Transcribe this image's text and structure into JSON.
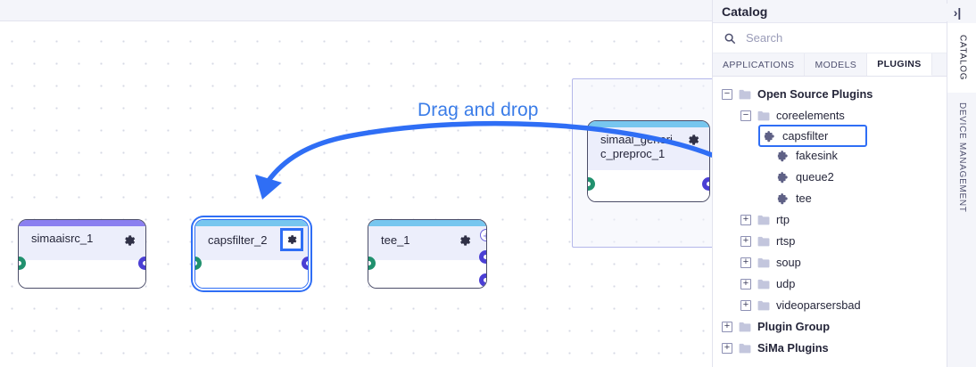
{
  "canvas": {
    "annotation_label": "Drag and drop",
    "annotation_color": "#3b7de8",
    "nodes": [
      {
        "id": "simaaisrc_1",
        "title": "simaaisrc_1",
        "stripe_color": "#8b7ff0",
        "selected": false,
        "gear_boxed": false,
        "inputs": 1,
        "outputs": 1,
        "has_plus": false
      },
      {
        "id": "capsfilter_2",
        "title": "capsfilter_2",
        "stripe_color": "#77c6ef",
        "selected": true,
        "gear_boxed": true,
        "inputs": 1,
        "outputs": 1,
        "has_plus": false
      },
      {
        "id": "tee_1",
        "title": "tee_1",
        "stripe_color": "#77c6ef",
        "selected": false,
        "gear_boxed": false,
        "inputs": 1,
        "outputs": 2,
        "has_plus": true
      },
      {
        "id": "simaai_generic_preproc_1",
        "title": "simaai_generic_preproc_1",
        "stripe_color": "#77c6ef",
        "selected": false,
        "gear_boxed": false,
        "inputs": 1,
        "outputs": 1,
        "has_plus": false
      }
    ]
  },
  "panel": {
    "title": "Catalog",
    "collapse_icon": "collapse-panel-icon",
    "search": {
      "placeholder": "Search",
      "value": ""
    },
    "tabs": [
      {
        "label": "APPLICATIONS",
        "active": false
      },
      {
        "label": "MODELS",
        "active": false
      },
      {
        "label": "PLUGINS",
        "active": true
      }
    ],
    "tree": [
      {
        "label": "Open Source Plugins",
        "depth": 0,
        "toggle": "−",
        "kind": "folder",
        "bold": true,
        "highlighted": false
      },
      {
        "label": "coreelements",
        "depth": 1,
        "toggle": "−",
        "kind": "folder",
        "bold": false,
        "highlighted": false
      },
      {
        "label": "capsfilter",
        "depth": 2,
        "toggle": "",
        "kind": "plugin",
        "bold": false,
        "highlighted": true
      },
      {
        "label": "fakesink",
        "depth": 2,
        "toggle": "",
        "kind": "plugin",
        "bold": false,
        "highlighted": false
      },
      {
        "label": "queue2",
        "depth": 2,
        "toggle": "",
        "kind": "plugin",
        "bold": false,
        "highlighted": false
      },
      {
        "label": "tee",
        "depth": 2,
        "toggle": "",
        "kind": "plugin",
        "bold": false,
        "highlighted": false
      },
      {
        "label": "rtp",
        "depth": 1,
        "toggle": "+",
        "kind": "folder",
        "bold": false,
        "highlighted": false
      },
      {
        "label": "rtsp",
        "depth": 1,
        "toggle": "+",
        "kind": "folder",
        "bold": false,
        "highlighted": false
      },
      {
        "label": "soup",
        "depth": 1,
        "toggle": "+",
        "kind": "folder",
        "bold": false,
        "highlighted": false
      },
      {
        "label": "udp",
        "depth": 1,
        "toggle": "+",
        "kind": "folder",
        "bold": false,
        "highlighted": false
      },
      {
        "label": "videoparsersbad",
        "depth": 1,
        "toggle": "+",
        "kind": "folder",
        "bold": false,
        "highlighted": false
      },
      {
        "label": "Plugin Group",
        "depth": 0,
        "toggle": "+",
        "kind": "folder",
        "bold": true,
        "highlighted": false
      },
      {
        "label": "SiMa Plugins",
        "depth": 0,
        "toggle": "+",
        "kind": "folder",
        "bold": true,
        "highlighted": false
      }
    ]
  },
  "vertical_tabs": [
    {
      "label": "CATALOG",
      "active": true
    },
    {
      "label": "DEVICE MANAGEMENT",
      "active": false
    }
  ]
}
